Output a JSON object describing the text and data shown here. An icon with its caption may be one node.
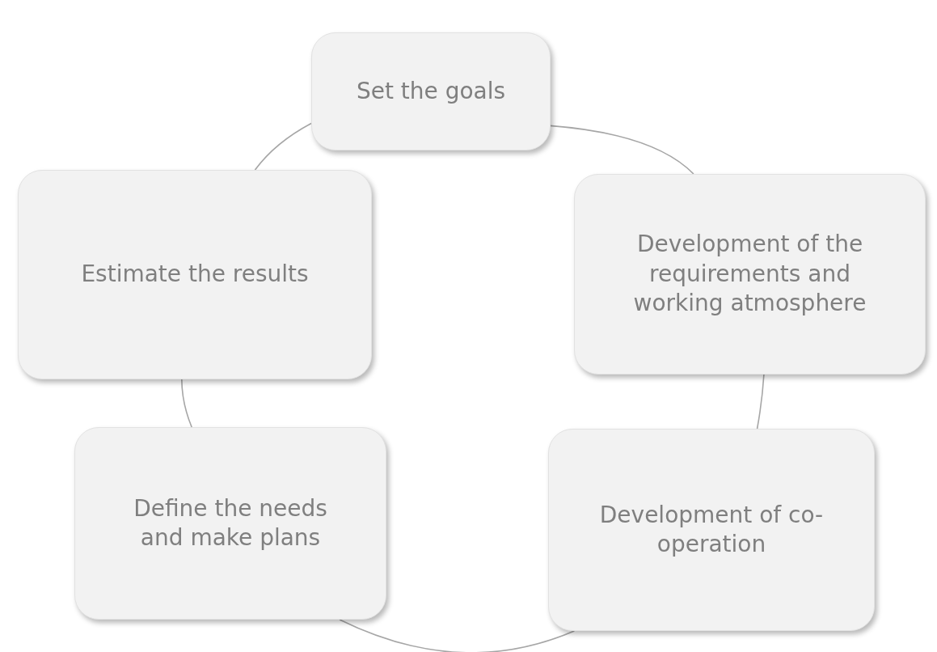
{
  "diagram": {
    "nodes": [
      {
        "text": [
          "Set the goals"
        ]
      },
      {
        "text": [
          "Development of the requirements and working atmosphere"
        ]
      },
      {
        "text": [
          "Development of co-operation"
        ]
      },
      {
        "text": [
          "Define the needs and make plans"
        ]
      },
      {
        "text": [
          "Estimate the results"
        ]
      }
    ],
    "edges": [
      {
        "from": 0,
        "to": 1,
        "arrow": "none"
      },
      {
        "from": 1,
        "to": 2,
        "arrow": "none"
      },
      {
        "from": 2,
        "to": 3,
        "arrow": "none"
      },
      {
        "from": 3,
        "to": 4,
        "arrow": "none"
      },
      {
        "from": 4,
        "to": 0,
        "arrow": "none"
      }
    ]
  }
}
